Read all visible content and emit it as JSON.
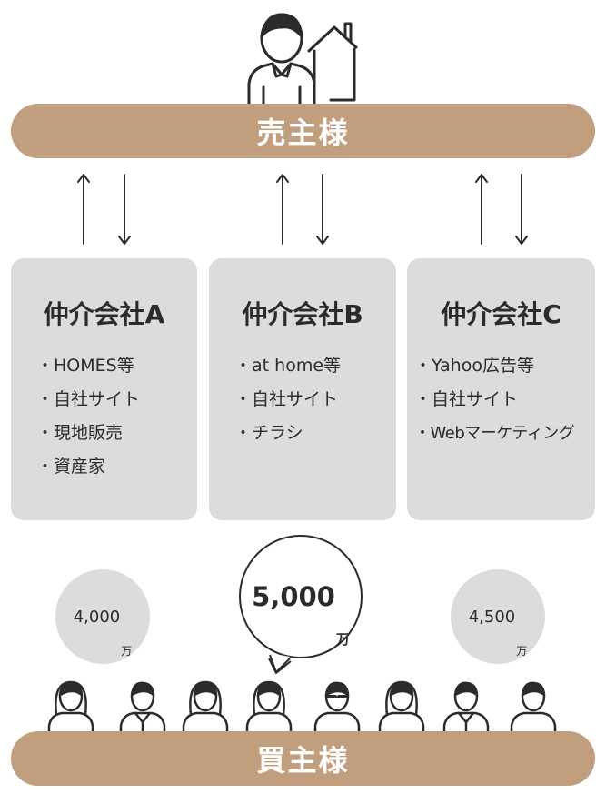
{
  "colors": {
    "bar": "#c19e7e",
    "card": "#dcdcdc",
    "bubble": "#dcdcdc",
    "line": "#2b2b2b"
  },
  "seller": {
    "label": "売主様",
    "icon": "seller-with-house-icon"
  },
  "buyer": {
    "label": "買主様",
    "icon": "buyer-group-icon"
  },
  "agencies": [
    {
      "name": "仲介会社A",
      "items": [
        "HOMES等",
        "自社サイト",
        "現地販売",
        "資産家"
      ]
    },
    {
      "name": "仲介会社B",
      "items": [
        "at home等",
        "自社サイト",
        "チラシ"
      ]
    },
    {
      "name": "仲介会社C",
      "items": [
        "Yahoo広告等",
        "自社サイト",
        "Webマーケティング"
      ]
    }
  ],
  "offers": [
    {
      "amount": "4,000",
      "unit": "万"
    },
    {
      "amount": "5,000",
      "unit": "万"
    },
    {
      "amount": "4,500",
      "unit": "万"
    }
  ]
}
